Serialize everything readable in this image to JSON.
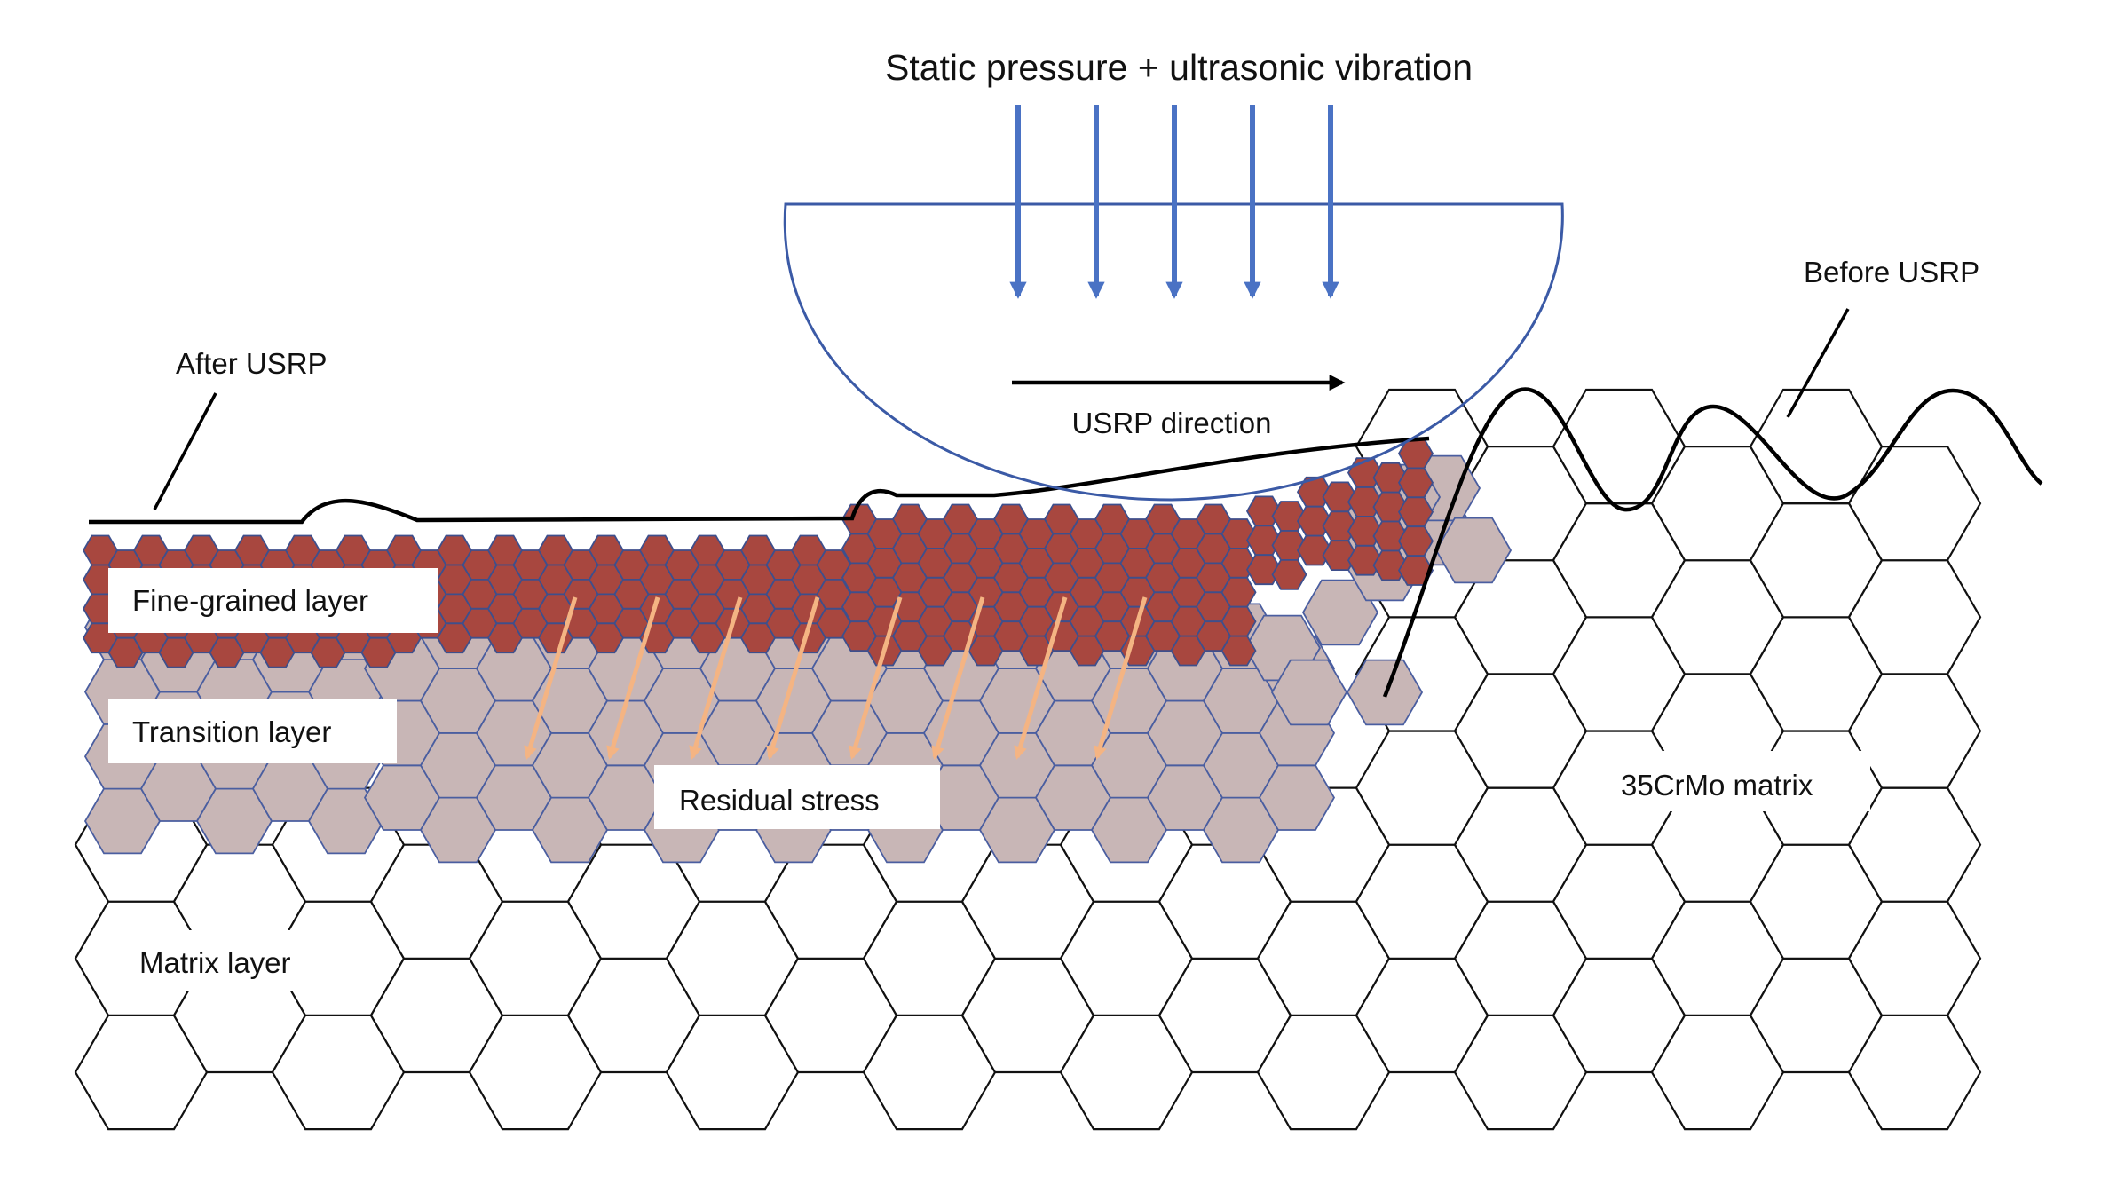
{
  "title": "Static pressure + ultrasonic vibration",
  "labels": {
    "after": "After USRP",
    "before": "Before USRP",
    "direction": "USRP direction",
    "fine": "Fine-grained layer",
    "transition": "Transition layer",
    "residual": "Residual stress",
    "matrix_layer": "Matrix layer",
    "matrix_material": "35CrMo matrix"
  },
  "colors": {
    "fine_grain": "#a8473f",
    "transition_grain": "#c8b6b6",
    "pressure_arrow": "#4a72c4",
    "stress_arrow": "#f4b483",
    "tool_outline": "#3b5aa6"
  }
}
